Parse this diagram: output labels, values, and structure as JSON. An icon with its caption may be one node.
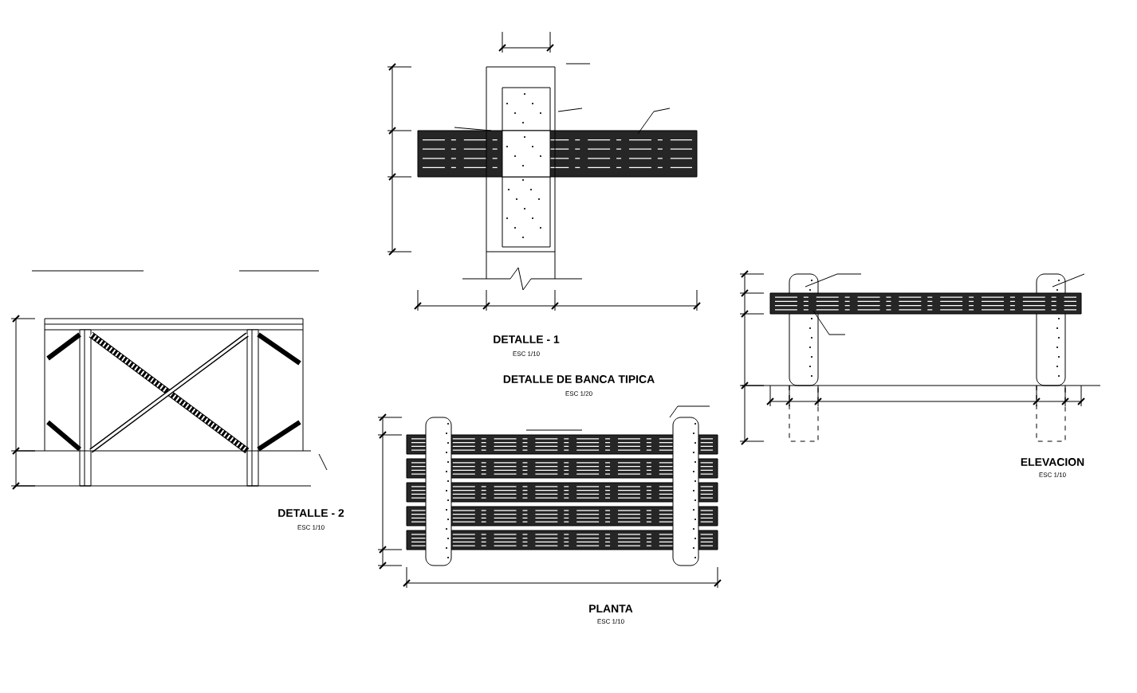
{
  "diagram": {
    "labels": [
      "DETALLE - 1",
      "ESC 1/10",
      "DETALLE - 2",
      "ESC 1/10",
      "DETALLE DE BANCA TIPICA",
      "ESC 1/20",
      "PLANTA",
      "ESC 1/10",
      "ELEVACION",
      "ESC 1/10"
    ]
  }
}
